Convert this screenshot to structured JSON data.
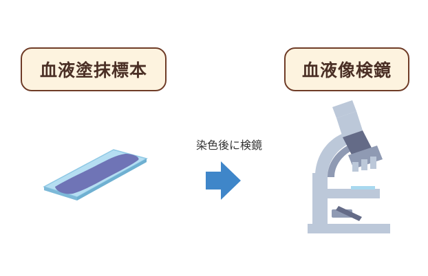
{
  "left_label": "血液塗抹標本",
  "right_label": "血液像検鏡",
  "step_caption": "染色後に検鏡",
  "colors": {
    "label_fill": "#fdf3df",
    "label_border": "#6e3b26",
    "arrow": "#3f86c9",
    "slide_glass": "#a8d8ef",
    "smear": "#6f74b6",
    "microscope_body": "#bcc8d9",
    "microscope_dark": "#646b87"
  }
}
